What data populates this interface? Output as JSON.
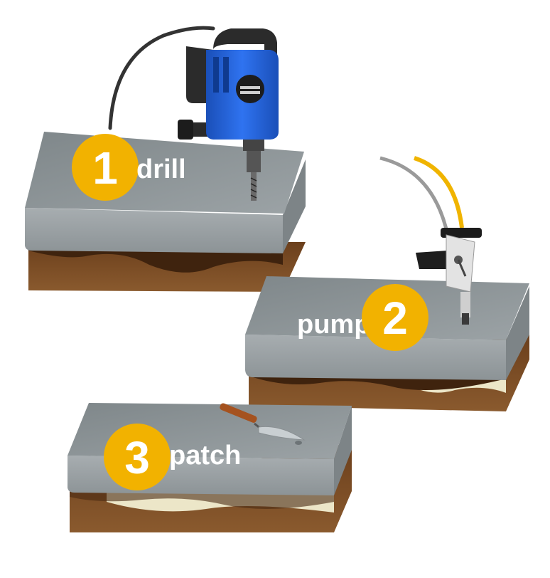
{
  "steps": [
    {
      "number": "1",
      "label": "drill"
    },
    {
      "number": "2",
      "label": "pump"
    },
    {
      "number": "3",
      "label": "patch"
    }
  ],
  "colors": {
    "badge": "#f2b200",
    "concrete_top": "#8e9699",
    "concrete_side": "#9aa2a5",
    "soil": "#7a4a22",
    "soil_dark": "#4a2a12",
    "fill_material": "#ece6c8",
    "drill_body": "#1f5fd6",
    "drill_grip": "#2a2a2a",
    "hose_yellow": "#f0b400",
    "hose_grey": "#9a9a9a",
    "pump_body": "#d9d9d9"
  },
  "icons": [
    "hammer-drill-icon",
    "injection-pump-icon",
    "trowel-icon"
  ]
}
